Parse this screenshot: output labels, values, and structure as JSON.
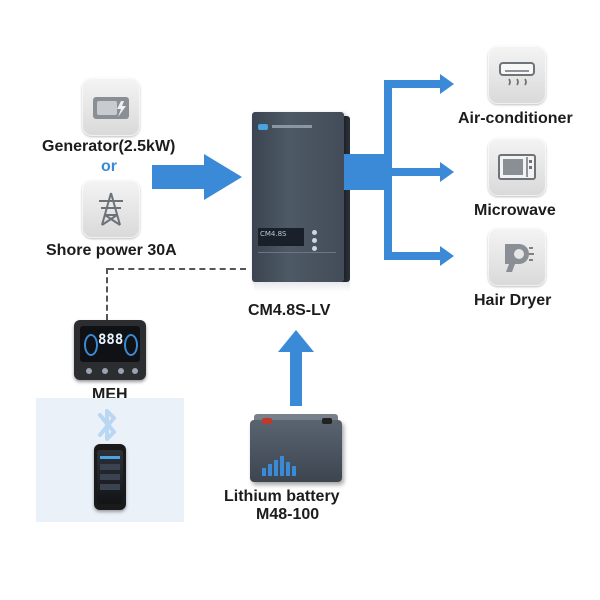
{
  "sources": {
    "generator_label": "Generator(2.5kW)",
    "or_label": "or",
    "shore_label": "Shore power 30A"
  },
  "inverter": {
    "model_label": "CM4.8S-LV",
    "screen_text": "CM4.8S"
  },
  "loads": [
    {
      "label": "Air-conditioner",
      "icon": "air-conditioner-icon"
    },
    {
      "label": "Microwave",
      "icon": "microwave-icon"
    },
    {
      "label": "Hair Dryer",
      "icon": "hair-dryer-icon"
    }
  ],
  "meh": {
    "label": "MEH",
    "display_value": "888"
  },
  "battery": {
    "label_line1": "Lithium battery",
    "label_line2": "M48-100"
  },
  "colors": {
    "arrow": "#3a8ad8",
    "bluetooth": "#b9d6f2",
    "phone_panel": "#eaf1f9"
  }
}
